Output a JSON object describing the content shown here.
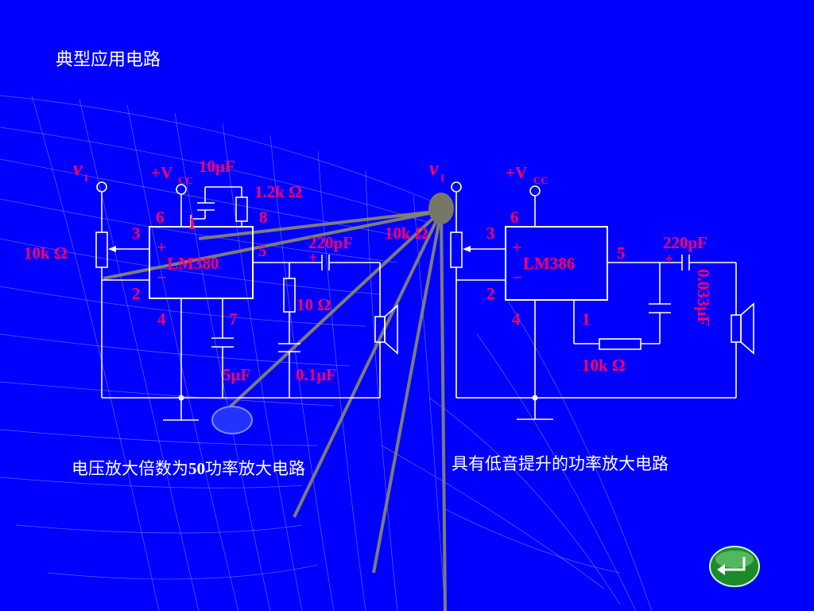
{
  "title": "典型应用电路",
  "colors": {
    "background": "#0000ff",
    "wire": "#ffffff",
    "label": "#ff0066",
    "caption": "#ffffff"
  },
  "left_circuit": {
    "input_label": "v",
    "input_sub": "I",
    "vcc_label": "+V",
    "vcc_sub": "CC",
    "chip": "LM380",
    "cap_top": "10μF",
    "res_top": "1.2k Ω",
    "pot": "10k Ω",
    "cap_out": "220pF",
    "res_out": "10 Ω",
    "cap_7": "5μF",
    "cap_filter": "0.1μF",
    "pins": {
      "p6": "6",
      "p1": "1",
      "p8": "8",
      "p3": "3",
      "p5": "5",
      "p2": "2",
      "p4": "4",
      "p7": "7"
    },
    "plus": "+",
    "minus": "−",
    "cap_plus": "+",
    "caption_part1": "电压放大倍数为",
    "caption_num": "50",
    "caption_part2": "功率放大电路"
  },
  "right_circuit": {
    "input_label": "v",
    "input_sub": "I",
    "vcc_label": "+V",
    "vcc_sub": "CC",
    "chip": "LM386",
    "pot": "10k Ω",
    "cap_out": "220pF",
    "cap_bass": "0.033μF",
    "res_bottom": "10k Ω",
    "pins": {
      "p6": "6",
      "p3": "3",
      "p5": "5",
      "p2": "2",
      "p4": "4",
      "p1": "1"
    },
    "plus": "+",
    "minus": "−",
    "cap_plus": "+",
    "caption": "具有低音提升的功率放大电路"
  },
  "nav": {
    "return_icon": "return-arrow-icon"
  }
}
